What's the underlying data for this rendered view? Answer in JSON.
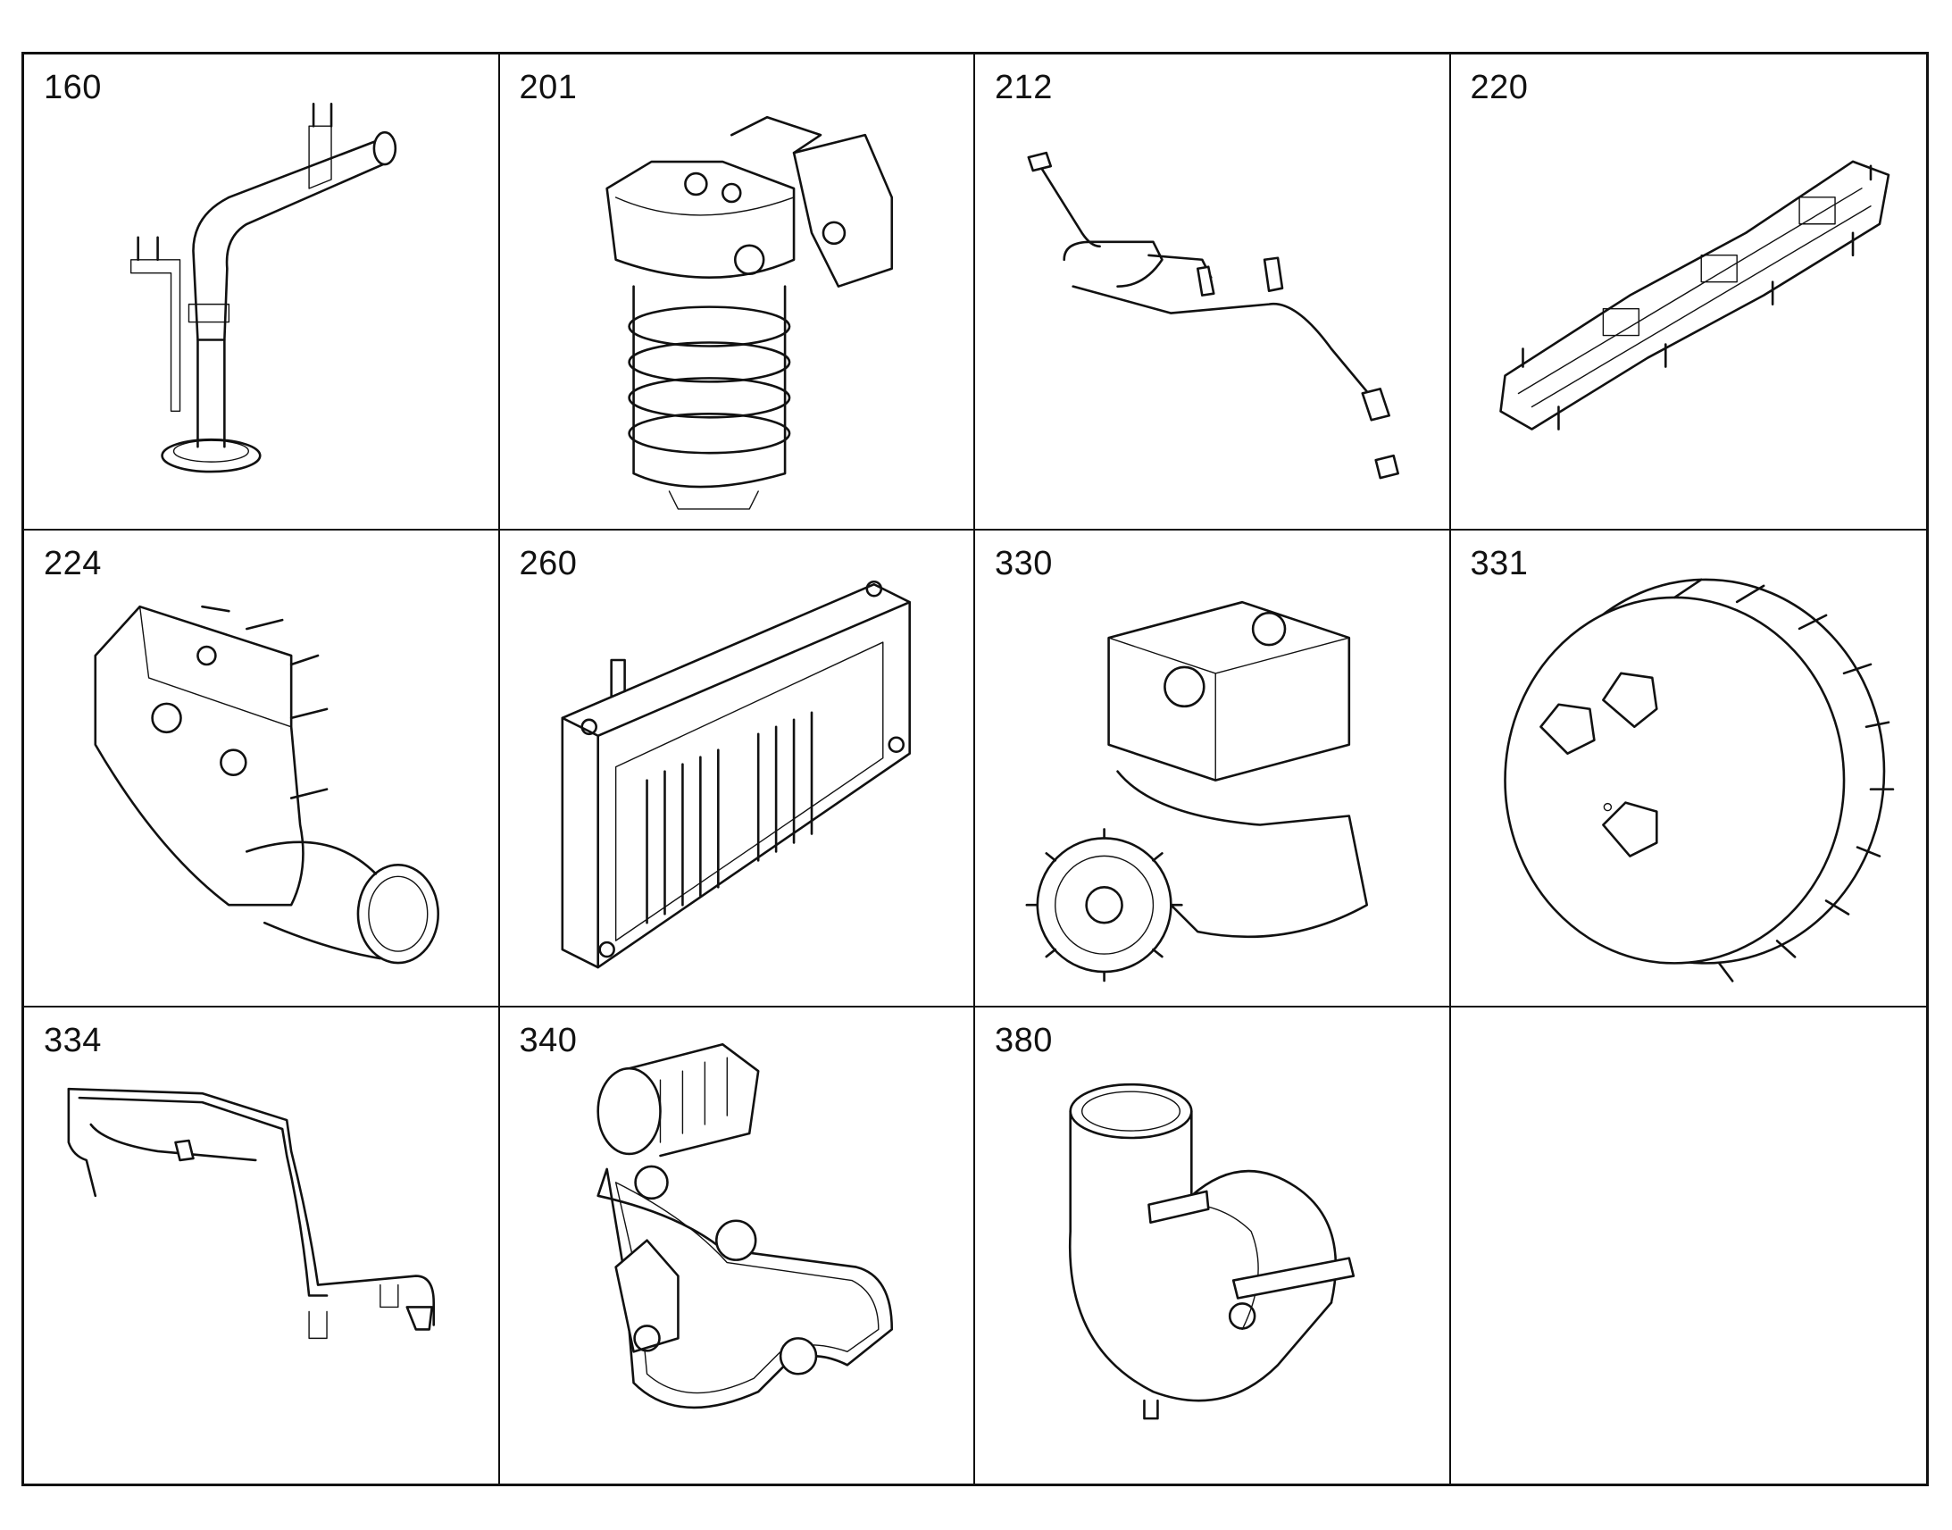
{
  "cells": [
    {
      "label": "160",
      "icon": "oil-filler-tube-icon"
    },
    {
      "label": "201",
      "icon": "fuel-filter-housing-icon"
    },
    {
      "label": "212",
      "icon": "fuel-lines-icon"
    },
    {
      "label": "220",
      "icon": "intake-manifold-icon"
    },
    {
      "label": "224",
      "icon": "air-inlet-elbow-icon"
    },
    {
      "label": "260",
      "icon": "control-module-icon"
    },
    {
      "label": "330",
      "icon": "air-compressor-icon"
    },
    {
      "label": "331",
      "icon": "compressor-gear-icon"
    },
    {
      "label": "334",
      "icon": "compressor-lines-icon"
    },
    {
      "label": "340",
      "icon": "belt-drive-icon"
    },
    {
      "label": "380",
      "icon": "water-outlet-elbow-icon"
    },
    {
      "label": "",
      "icon": ""
    }
  ]
}
